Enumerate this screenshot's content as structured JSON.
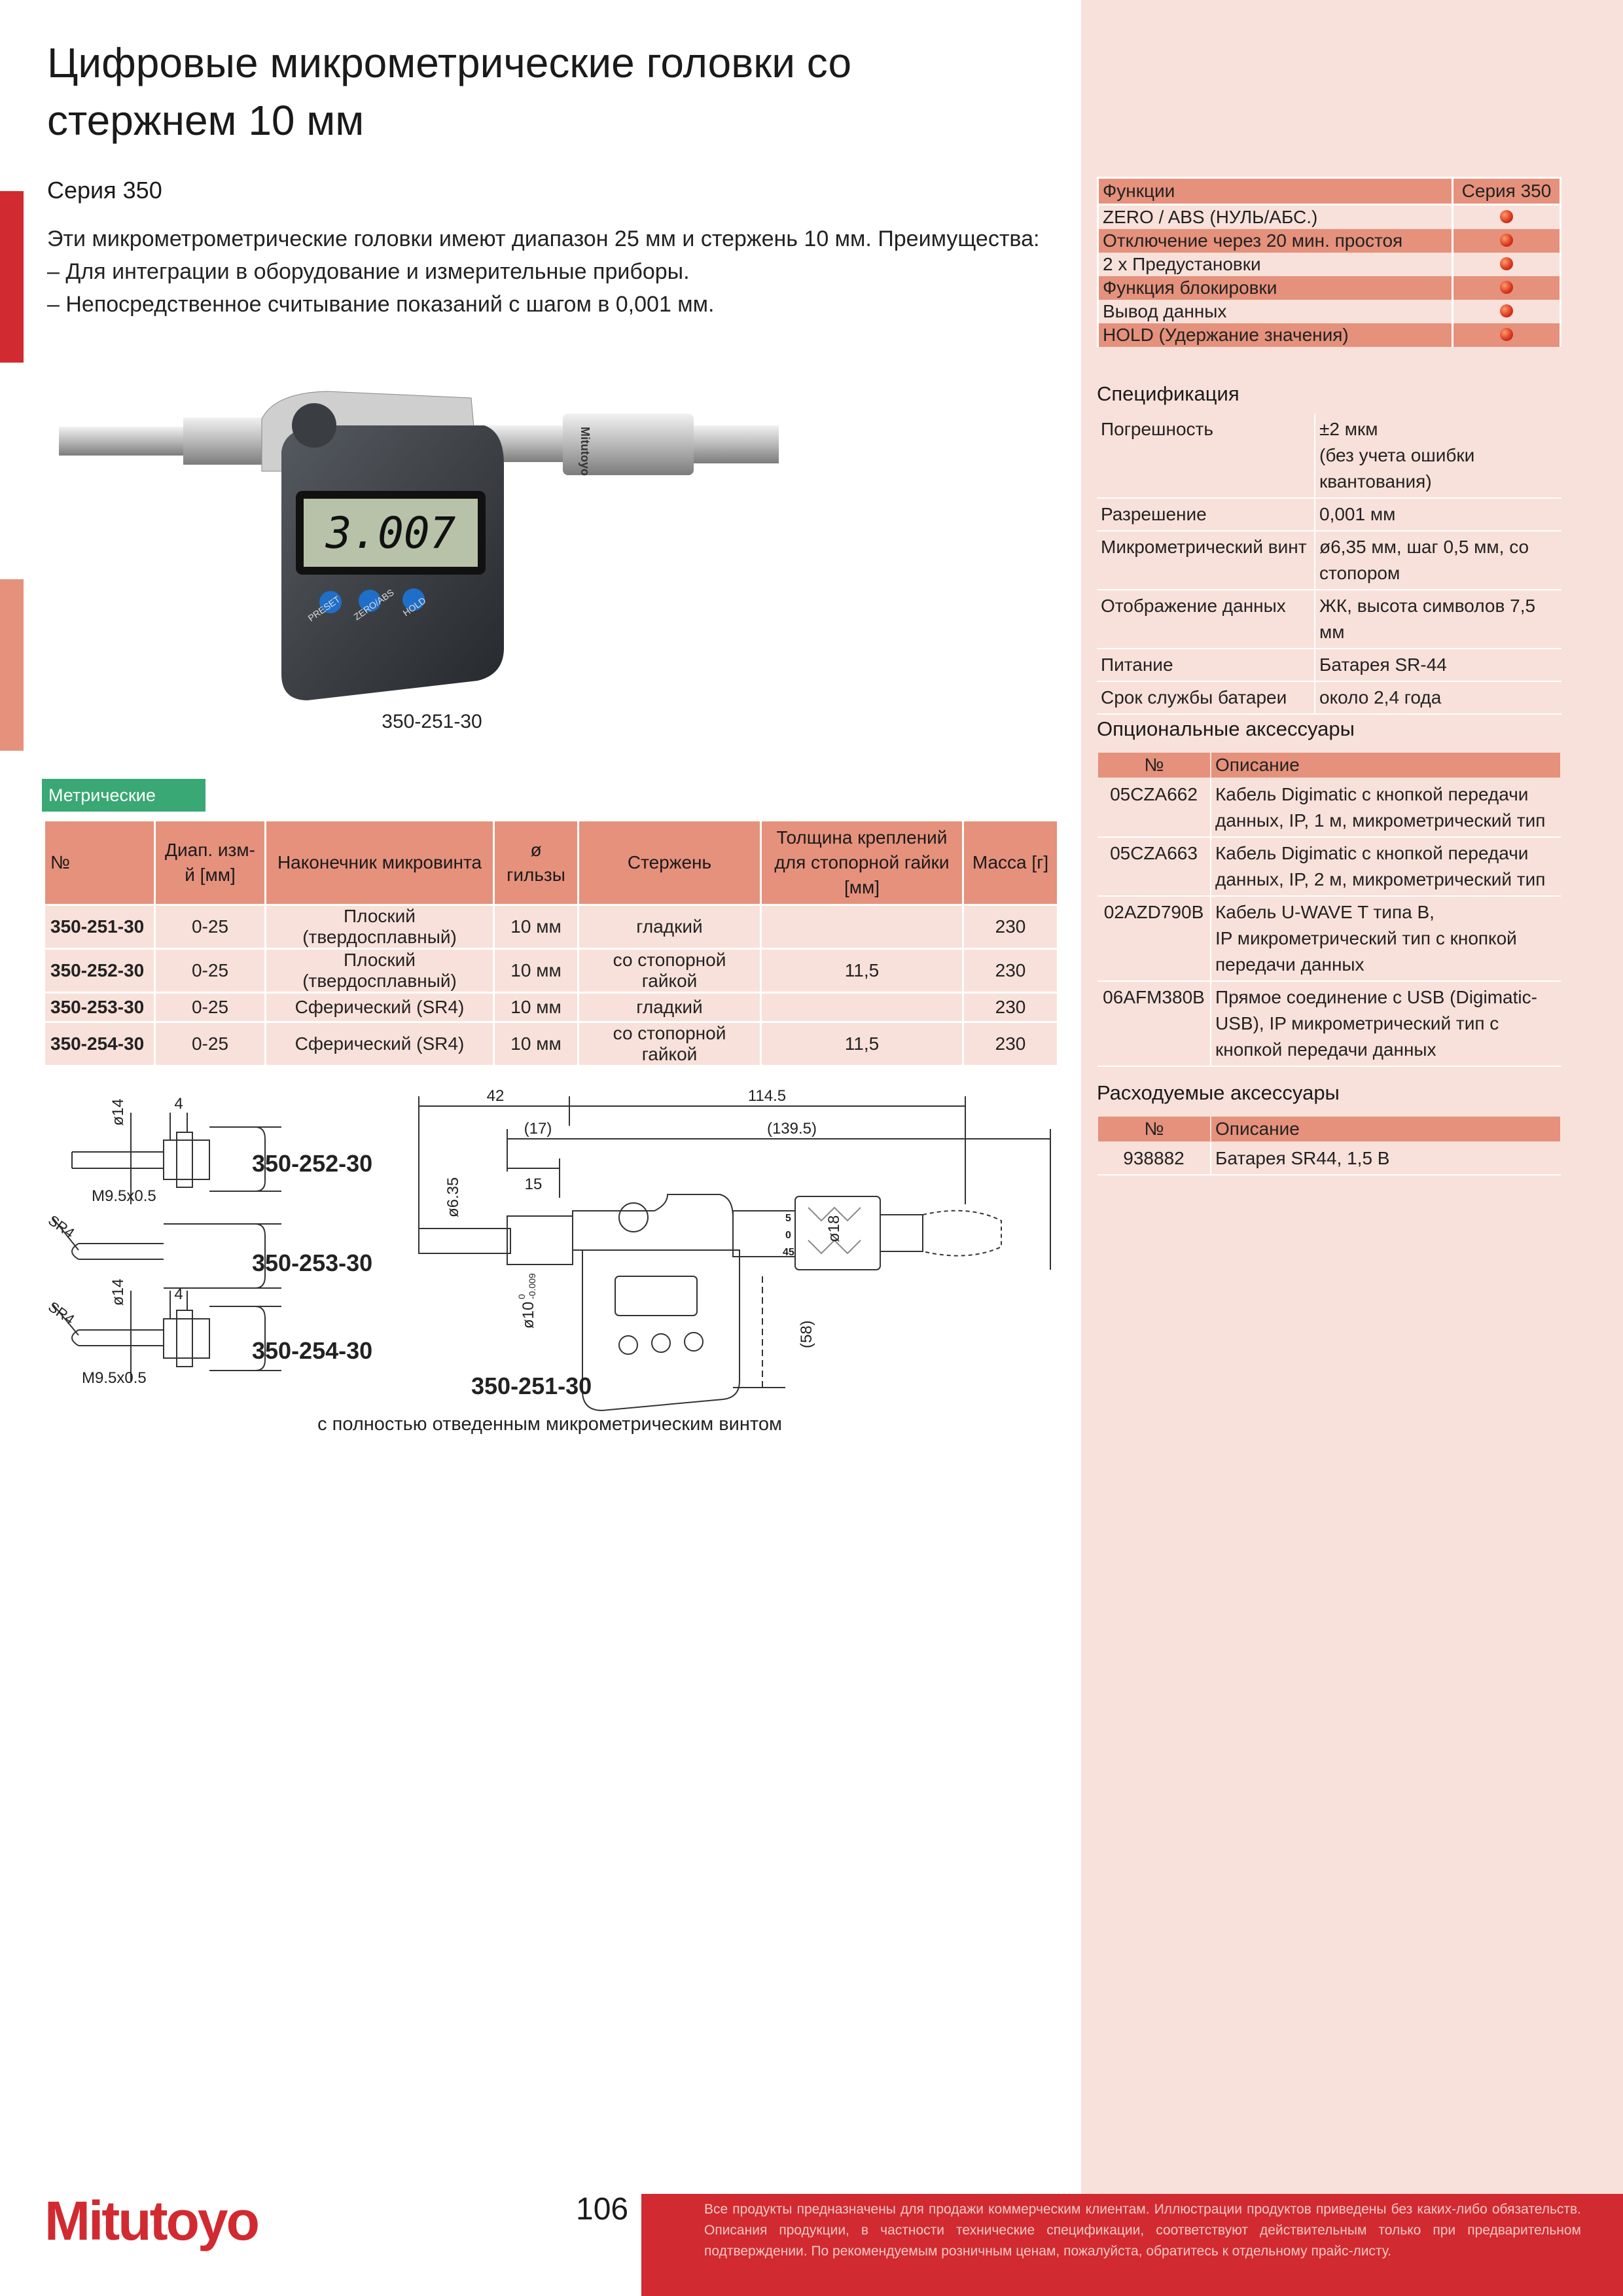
{
  "title": "Цифровые микрометрические головки со стержнем 10 мм",
  "series": "Серия 350",
  "intro": [
    "Эти микрометрометрические головки имеют диапазон 25 мм и стержень 10 мм. Преимущества:",
    "– Для интеграции в оборудование и измерительные приборы.",
    "– Непосредственное считывание показаний с шагом в 0,001 мм."
  ],
  "photo": {
    "caption": "350-251-30",
    "display_value": "3.007",
    "buttons": [
      "PRESET",
      "ZERO/ABS",
      "HOLD"
    ],
    "brand": "Mitutoyo"
  },
  "metric_label": "Метрические",
  "models_table": {
    "headers": [
      "№",
      "Диап. изм-й [мм]",
      "Наконечник микровинта",
      "ø гильзы",
      "Стержень",
      "Толщина креплений для стопорной гайки [мм]",
      "Масса [г]"
    ],
    "rows": [
      [
        "350-251-30",
        "0-25",
        "Плоский (твердосплавный)",
        "10 мм",
        "гладкий",
        "",
        "230"
      ],
      [
        "350-252-30",
        "0-25",
        "Плоский (твердосплавный)",
        "10 мм",
        "со стопорной гайкой",
        "11,5",
        "230"
      ],
      [
        "350-253-30",
        "0-25",
        "Сферический (SR4)",
        "10 мм",
        "гладкий",
        "",
        "230"
      ],
      [
        "350-254-30",
        "0-25",
        "Сферический (SR4)",
        "10 мм",
        "со стопорной гайкой",
        "11,5",
        "230"
      ]
    ]
  },
  "drawing": {
    "labels": [
      "ø14",
      "4",
      "M9.5x0.5",
      "SR4",
      "ø14",
      "4",
      "SR4",
      "M9.5x0.5",
      "42",
      "114.5",
      "(17)",
      "(139.5)",
      "15",
      "ø6.35",
      "ø18",
      "ø10",
      "(58)",
      "5",
      "0",
      "45"
    ],
    "tol": [
      "0",
      "-0.009"
    ],
    "models": [
      "350-252-30",
      "350-253-30",
      "350-254-30",
      "350-251-30"
    ],
    "caption": "с полностью отведенным микрометрическим винтом"
  },
  "functions": {
    "headers": [
      "Функции",
      "Серия 350"
    ],
    "rows": [
      "ZERO / ABS (НУЛЬ/АБС.)",
      "Отключение через 20 мин. простоя",
      "2 x Предустановки",
      "Функция блокировки",
      "Вывод данных",
      "HOLD (Удержание значения)"
    ]
  },
  "spec": {
    "title": "Спецификация",
    "rows": [
      [
        "Погрешность",
        "±2 мкм",
        "(без учета ошибки",
        "квантования)"
      ],
      [
        "Разрешение",
        "0,001 мм"
      ],
      [
        "Микрометрический винт",
        "ø6,35 мм, шаг 0,5 мм, со",
        "стопором"
      ],
      [
        "Отображение данных",
        "ЖК, высота символов 7,5",
        "мм"
      ],
      [
        "Питание",
        "Батарея SR-44"
      ],
      [
        "Срок службы батареи",
        "около 2,4 года"
      ]
    ]
  },
  "optional": {
    "title": "Опциональные аксессуары",
    "headers": [
      "№",
      "Описание"
    ],
    "rows": [
      [
        "05CZA662",
        "Кабель Digimatic с кнопкой передачи",
        "данных, IP, 1 м, микрометрический тип"
      ],
      [
        "05CZA663",
        "Кабель Digimatic с кнопкой передачи",
        "данных, IP, 2 м, микрометрический тип"
      ],
      [
        "02AZD790B",
        "Кабель U-WAVE T типа B,",
        "IP микрометрический тип с кнопкой",
        "передачи данных"
      ],
      [
        "06AFM380B",
        "Прямое соединение с USB (Digimatic-",
        "USB), IP микрометрический тип с",
        "кнопкой передачи данных"
      ]
    ]
  },
  "consumables": {
    "title": "Расходуемые аксессуары",
    "headers": [
      "№",
      "Описание"
    ],
    "rows": [
      [
        "938882",
        "Батарея SR44, 1,5 В"
      ]
    ]
  },
  "logo": "Mitutoyo",
  "page_number": "106",
  "footer": "Все продукты предназначены для продажи коммерческим клиентам. Иллюстрации продуктов приведены без каких-либо обязательств. Описания продукции, в частности технические спецификации, соответствуют действительным только при предварительном подтверждении. По рекомендуемым розничным ценам, пожалуйста, обратитесь к отдельному прайс-листу.",
  "colors": {
    "red": "#d12a31",
    "salmon": "#e5917c",
    "light": "#f8e1da",
    "green": "#3aa874"
  }
}
